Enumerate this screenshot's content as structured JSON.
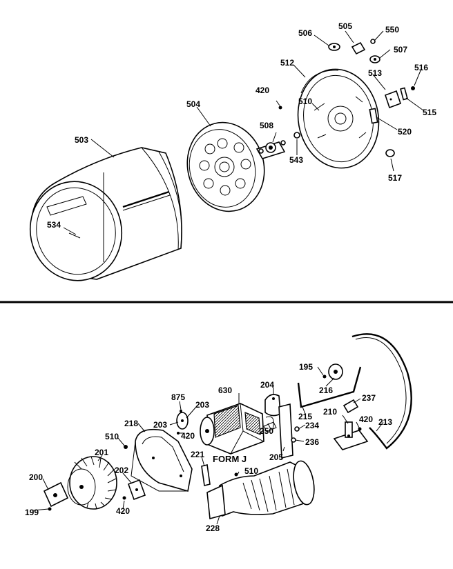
{
  "labels": {
    "l503": "503",
    "l504": "504",
    "l534": "534",
    "l506": "506",
    "l505": "505",
    "l550": "550",
    "l507": "507",
    "l512": "512",
    "l513": "513",
    "l516": "516",
    "l515": "515",
    "l420a": "420",
    "l510a": "510",
    "l508": "508",
    "l543": "543",
    "l520": "520",
    "l517": "517",
    "l195": "195",
    "l216": "216",
    "l237": "237",
    "l204": "204",
    "l630": "630",
    "l875": "875",
    "l203a": "203",
    "l203b": "203",
    "l420b": "420",
    "l218": "218",
    "l250": "250",
    "l234": "234",
    "l215": "215",
    "l210": "210",
    "l420c": "420",
    "l213": "213",
    "l510b": "510",
    "l236": "236",
    "l205": "205",
    "l221": "221",
    "l201": "201",
    "l200": "200",
    "l202": "202",
    "l199": "199",
    "l420d": "420",
    "l510c": "510",
    "l228": "228"
  },
  "form_label": "FORM J"
}
